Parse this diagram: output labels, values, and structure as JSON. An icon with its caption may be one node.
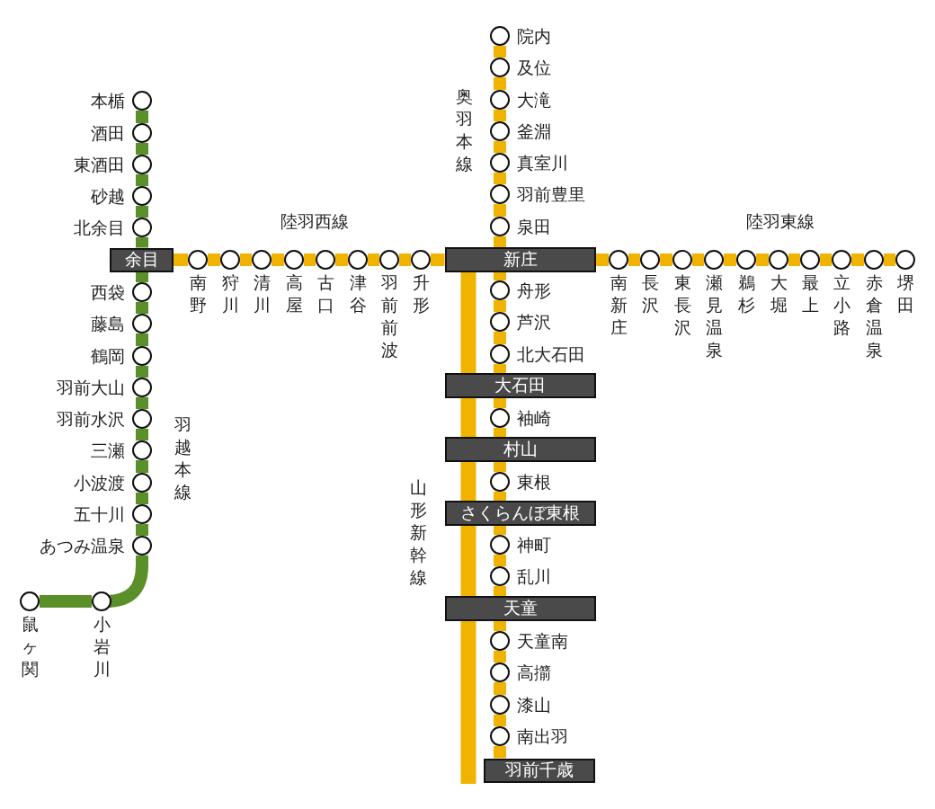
{
  "diagram": {
    "nodes": [
      {
        "text": [
          "本楯"
        ]
      },
      {
        "text": [
          "酒田"
        ]
      },
      {
        "text": [
          "東酒田"
        ]
      },
      {
        "text": [
          "砂越"
        ]
      },
      {
        "text": [
          "北余目"
        ]
      },
      {
        "text": [
          "余目"
        ]
      },
      {
        "text": [
          "西袋"
        ]
      },
      {
        "text": [
          "藤島"
        ]
      },
      {
        "text": [
          "鶴岡"
        ]
      },
      {
        "text": [
          "羽前大山"
        ]
      },
      {
        "text": [
          "羽前水沢"
        ]
      },
      {
        "text": [
          "三瀬"
        ]
      },
      {
        "text": [
          "小波渡"
        ]
      },
      {
        "text": [
          "五十川"
        ]
      },
      {
        "text": [
          "あつみ温泉"
        ]
      },
      {
        "text": [
          "小岩川"
        ]
      },
      {
        "text": [
          "鼠ヶ関"
        ]
      },
      {
        "text": [
          "南野"
        ]
      },
      {
        "text": [
          "狩川"
        ]
      },
      {
        "text": [
          "清川"
        ]
      },
      {
        "text": [
          "高屋"
        ]
      },
      {
        "text": [
          "古口"
        ]
      },
      {
        "text": [
          "津谷"
        ]
      },
      {
        "text": [
          "羽前前波"
        ]
      },
      {
        "text": [
          "升形"
        ]
      },
      {
        "text": [
          "院内"
        ]
      },
      {
        "text": [
          "及位"
        ]
      },
      {
        "text": [
          "大滝"
        ]
      },
      {
        "text": [
          "釜淵"
        ]
      },
      {
        "text": [
          "真室川"
        ]
      },
      {
        "text": [
          "羽前豊里"
        ]
      },
      {
        "text": [
          "泉田"
        ]
      },
      {
        "text": [
          "新庄"
        ]
      },
      {
        "text": [
          "南新庄"
        ]
      },
      {
        "text": [
          "長沢"
        ]
      },
      {
        "text": [
          "東長沢"
        ]
      },
      {
        "text": [
          "瀬見温泉"
        ]
      },
      {
        "text": [
          "鵜杉"
        ]
      },
      {
        "text": [
          "大堀"
        ]
      },
      {
        "text": [
          "最上"
        ]
      },
      {
        "text": [
          "立小路"
        ]
      },
      {
        "text": [
          "赤倉温泉"
        ]
      },
      {
        "text": [
          "堺田"
        ]
      },
      {
        "text": [
          "舟形"
        ]
      },
      {
        "text": [
          "芦沢"
        ]
      },
      {
        "text": [
          "北大石田"
        ]
      },
      {
        "text": [
          "大石田"
        ]
      },
      {
        "text": [
          "袖崎"
        ]
      },
      {
        "text": [
          "村山"
        ]
      },
      {
        "text": [
          "東根"
        ]
      },
      {
        "text": [
          "さくらんぼ東根"
        ]
      },
      {
        "text": [
          "神町"
        ]
      },
      {
        "text": [
          "乱川"
        ]
      },
      {
        "text": [
          "天童"
        ]
      },
      {
        "text": [
          "天童南"
        ]
      },
      {
        "text": [
          "高擶"
        ]
      },
      {
        "text": [
          "漆山"
        ]
      },
      {
        "text": [
          "南出羽"
        ]
      },
      {
        "text": [
          "羽前千歳"
        ]
      }
    ],
    "edges": [
      {
        "from": 0,
        "to": 1,
        "arrow": "none",
        "color": "#5a8f29"
      },
      {
        "from": 1,
        "to": 2,
        "arrow": "none",
        "color": "#5a8f29"
      },
      {
        "from": 2,
        "to": 3,
        "arrow": "none",
        "color": "#5a8f29"
      },
      {
        "from": 3,
        "to": 4,
        "arrow": "none",
        "color": "#5a8f29"
      },
      {
        "from": 4,
        "to": 5,
        "arrow": "none",
        "color": "#5a8f29"
      },
      {
        "from": 5,
        "to": 6,
        "arrow": "none",
        "color": "#5a8f29"
      },
      {
        "from": 6,
        "to": 7,
        "arrow": "none",
        "color": "#5a8f29"
      },
      {
        "from": 7,
        "to": 8,
        "arrow": "none",
        "color": "#5a8f29"
      },
      {
        "from": 8,
        "to": 9,
        "arrow": "none",
        "color": "#5a8f29"
      },
      {
        "from": 9,
        "to": 10,
        "arrow": "none",
        "color": "#5a8f29"
      },
      {
        "from": 10,
        "to": 11,
        "arrow": "none",
        "color": "#5a8f29"
      },
      {
        "from": 11,
        "to": 12,
        "arrow": "none",
        "color": "#5a8f29"
      },
      {
        "from": 12,
        "to": 13,
        "arrow": "none",
        "color": "#5a8f29"
      },
      {
        "from": 13,
        "to": 14,
        "arrow": "none",
        "color": "#5a8f29"
      },
      {
        "from": 14,
        "to": 15,
        "arrow": "none",
        "color": "#5a8f29"
      },
      {
        "from": 15,
        "to": 16,
        "arrow": "none",
        "color": "#5a8f29"
      },
      {
        "from": 5,
        "to": 17,
        "arrow": "none"
      },
      {
        "from": 17,
        "to": 18,
        "arrow": "none"
      },
      {
        "from": 18,
        "to": 19,
        "arrow": "none"
      },
      {
        "from": 19,
        "to": 20,
        "arrow": "none"
      },
      {
        "from": 20,
        "to": 21,
        "arrow": "none"
      },
      {
        "from": 21,
        "to": 22,
        "arrow": "none"
      },
      {
        "from": 22,
        "to": 23,
        "arrow": "none"
      },
      {
        "from": 23,
        "to": 24,
        "arrow": "none"
      },
      {
        "from": 24,
        "to": 32,
        "arrow": "none"
      },
      {
        "from": 25,
        "to": 26,
        "arrow": "none"
      },
      {
        "from": 26,
        "to": 27,
        "arrow": "none"
      },
      {
        "from": 27,
        "to": 28,
        "arrow": "none"
      },
      {
        "from": 28,
        "to": 29,
        "arrow": "none"
      },
      {
        "from": 29,
        "to": 30,
        "arrow": "none"
      },
      {
        "from": 30,
        "to": 31,
        "arrow": "none"
      },
      {
        "from": 31,
        "to": 32,
        "arrow": "none"
      },
      {
        "from": 32,
        "to": 33,
        "arrow": "none"
      },
      {
        "from": 33,
        "to": 34,
        "arrow": "none"
      },
      {
        "from": 34,
        "to": 35,
        "arrow": "none"
      },
      {
        "from": 35,
        "to": 36,
        "arrow": "none"
      },
      {
        "from": 36,
        "to": 37,
        "arrow": "none"
      },
      {
        "from": 37,
        "to": 38,
        "arrow": "none"
      },
      {
        "from": 38,
        "to": 39,
        "arrow": "none"
      },
      {
        "from": 39,
        "to": 40,
        "arrow": "none"
      },
      {
        "from": 40,
        "to": 41,
        "arrow": "none"
      },
      {
        "from": 41,
        "to": 42,
        "arrow": "none"
      },
      {
        "from": 32,
        "to": 43,
        "arrow": "none"
      },
      {
        "from": 43,
        "to": 44,
        "arrow": "none"
      },
      {
        "from": 44,
        "to": 45,
        "arrow": "none"
      },
      {
        "from": 45,
        "to": 46,
        "arrow": "none"
      },
      {
        "from": 46,
        "to": 47,
        "arrow": "none"
      },
      {
        "from": 47,
        "to": 48,
        "arrow": "none"
      },
      {
        "from": 48,
        "to": 49,
        "arrow": "none"
      },
      {
        "from": 49,
        "to": 50,
        "arrow": "none"
      },
      {
        "from": 50,
        "to": 51,
        "arrow": "none"
      },
      {
        "from": 51,
        "to": 52,
        "arrow": "none"
      },
      {
        "from": 52,
        "to": 53,
        "arrow": "none"
      },
      {
        "from": 53,
        "to": 54,
        "arrow": "none"
      },
      {
        "from": 54,
        "to": 55,
        "arrow": "none"
      },
      {
        "from": 55,
        "to": 56,
        "arrow": "none"
      },
      {
        "from": 56,
        "to": 57,
        "arrow": "none"
      },
      {
        "from": 57,
        "to": 58,
        "arrow": "none"
      },
      {
        "from": 32,
        "to": 46,
        "arrow": "none"
      },
      {
        "from": 46,
        "to": 48,
        "arrow": "none"
      },
      {
        "from": 48,
        "to": 50,
        "arrow": "none"
      },
      {
        "from": 50,
        "to": 53,
        "arrow": "none"
      },
      {
        "from": 53,
        "to": null,
        "arrow": "none"
      }
    ],
    "labels": [
      "奥羽本線",
      "陸羽西線",
      "陸羽東線",
      "羽越本線",
      "山形新幹線"
    ]
  }
}
